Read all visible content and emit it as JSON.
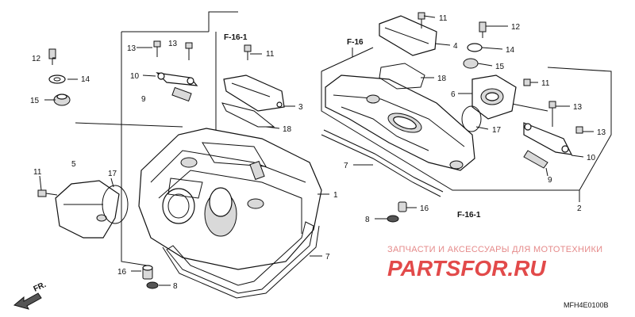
{
  "callouts": {
    "c1": "1",
    "c2": "2",
    "c3": "3",
    "c4": "4",
    "c5": "5",
    "c6": "6",
    "c7a": "7",
    "c7b": "7",
    "c8a": "8",
    "c8b": "8",
    "c9a": "9",
    "c9b": "9",
    "c10a": "10",
    "c10b": "10",
    "c11a": "11",
    "c11b": "11",
    "c11c": "11",
    "c11d": "11",
    "c12a": "12",
    "c12b": "12",
    "c13a": "13",
    "c13b": "13",
    "c13c": "13",
    "c13d": "13",
    "c14a": "14",
    "c14b": "14",
    "c15a": "15",
    "c15b": "15",
    "c16a": "16",
    "c16b": "16",
    "c17a": "17",
    "c17b": "17",
    "c18a": "18",
    "c18b": "18"
  },
  "refs": {
    "f16_1_top": "F-16-1",
    "f16": "F-16",
    "f16_1_bottom": "F-16-1"
  },
  "direction_label": "FR.",
  "watermark": {
    "line1": "ЗАПЧАСТИ И АКСЕССУАРЫ ДЛЯ МОТОТЕХНИКИ",
    "brand": "PARTSFOR.RU"
  },
  "diagram_code": "MFH4E0100B"
}
